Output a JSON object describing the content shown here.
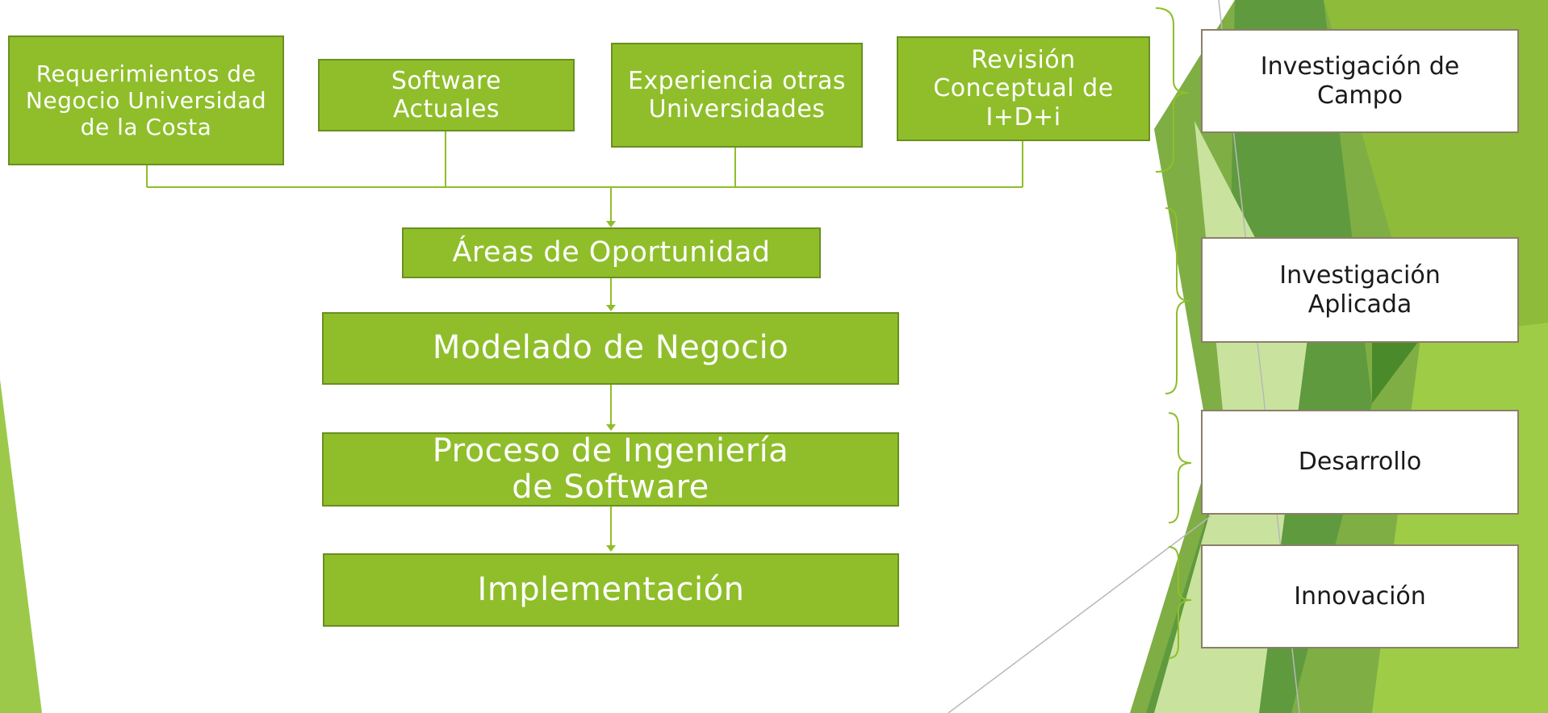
{
  "colors": {
    "box_fill": "#8fbe2a",
    "box_border": "#6a8f1f",
    "connector": "#8fbe2a",
    "bracket": "#8fbe2a",
    "stage_border": "#8b7f6a"
  },
  "inputs": [
    {
      "label": "Requerimientos de Negocio Universidad de la Costa"
    },
    {
      "label": "Software Actuales"
    },
    {
      "label": "Experiencia otras Universidades"
    },
    {
      "label": "Revisión Conceptual de I+D+i"
    }
  ],
  "flow": [
    {
      "label": "Áreas de Oportunidad"
    },
    {
      "label": "Modelado de Negocio"
    },
    {
      "label": "Proceso de Ingeniería de Software"
    },
    {
      "label": "Implementación"
    }
  ],
  "stages": [
    {
      "label": "Investigación de Campo"
    },
    {
      "label": "Investigación Aplicada"
    },
    {
      "label": "Desarrollo"
    },
    {
      "label": "Innovación"
    }
  ]
}
